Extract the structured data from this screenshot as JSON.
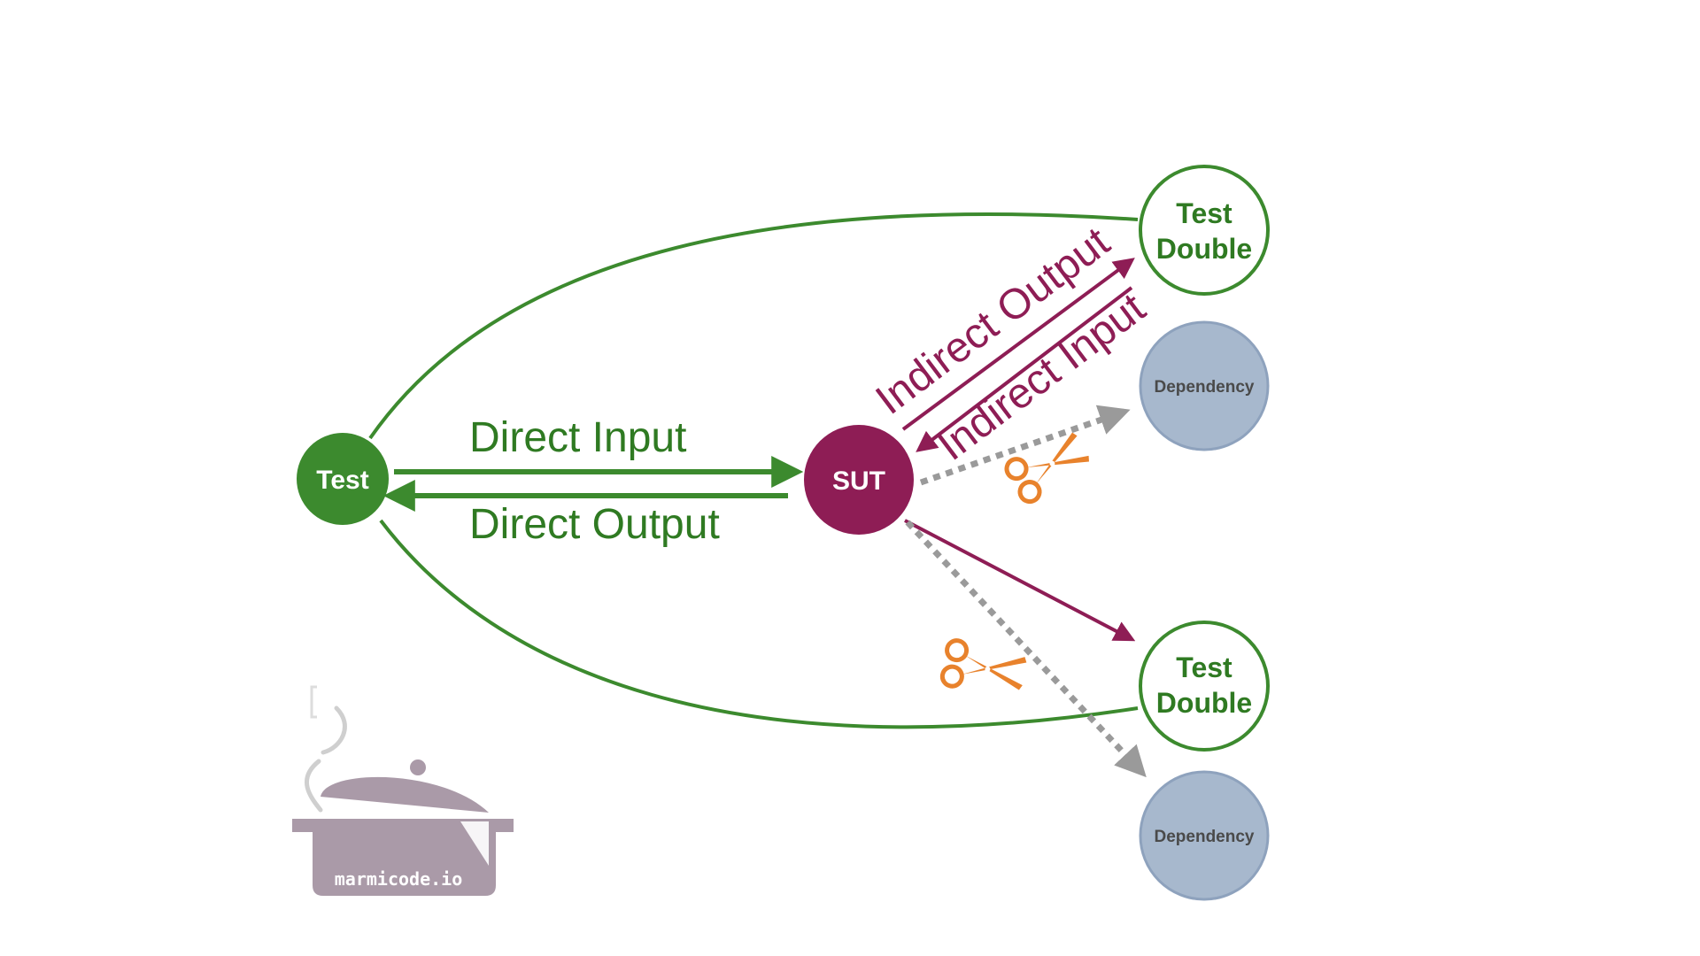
{
  "diagram": {
    "nodes": {
      "test": {
        "label": "Test"
      },
      "sut": {
        "label": "SUT"
      },
      "test_double_top": {
        "line1": "Test",
        "line2": "Double"
      },
      "dependency_top": {
        "label": "Dependency"
      },
      "test_double_bottom": {
        "line1": "Test",
        "line2": "Double"
      },
      "dependency_bottom": {
        "label": "Dependency"
      }
    },
    "edges": {
      "direct_input": "Direct Input",
      "direct_output": "Direct Output",
      "indirect_output": "Indirect Output",
      "indirect_input": "Indirect Input"
    }
  },
  "logo": {
    "text": "marmicode.io"
  },
  "colors": {
    "green": "#3c8a2e",
    "dark_green": "#2f7a22",
    "sut": "#8e1d55",
    "dependency_fill": "#a7b8cd",
    "dependency_stroke": "#8ea2bd",
    "dependency_text": "#4a4a4a",
    "cut_line": "#9a9a9a",
    "scissors": "#e8822c",
    "pot": "#aa9aa8"
  }
}
